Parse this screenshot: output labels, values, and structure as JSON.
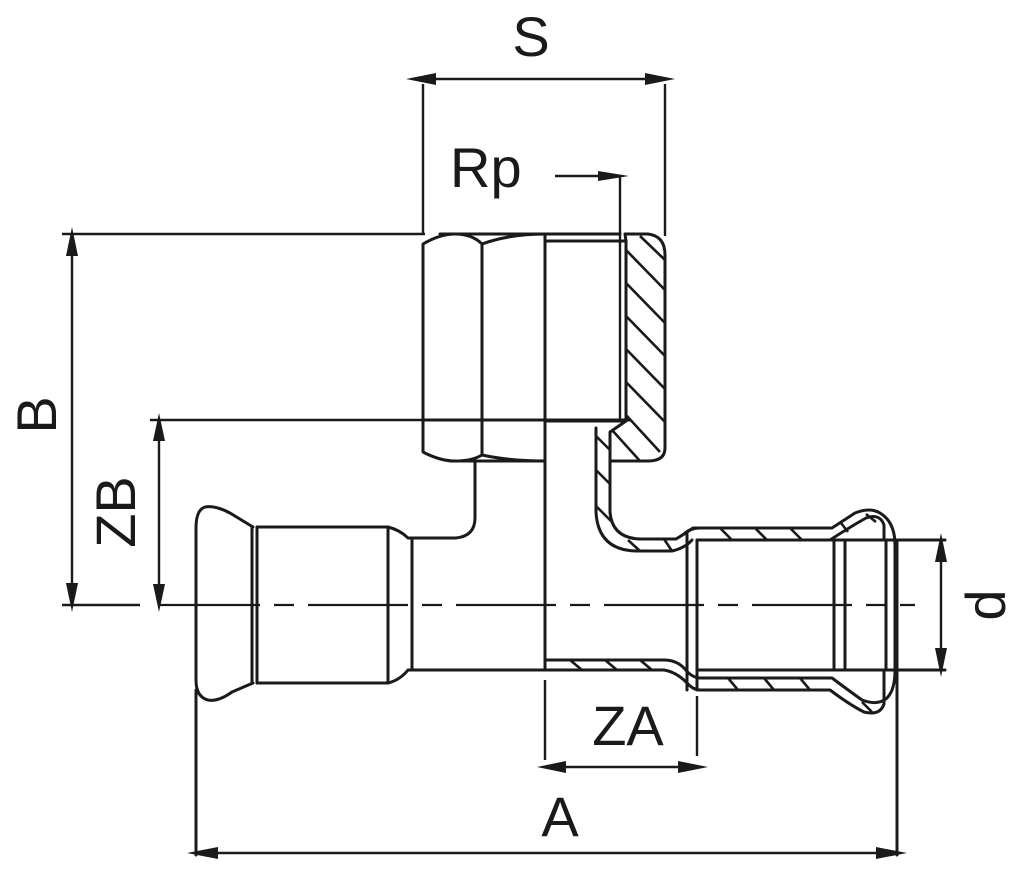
{
  "drawing": {
    "title": "Press tee with female threaded branch (technical dimension drawing)",
    "line_color": "#1a1a1a",
    "background_color": "#ffffff"
  },
  "dimensions": {
    "S": "S",
    "Rp": "Rp",
    "B": "B",
    "ZB": "ZB",
    "d": "d",
    "ZA": "ZA",
    "A": "A"
  }
}
